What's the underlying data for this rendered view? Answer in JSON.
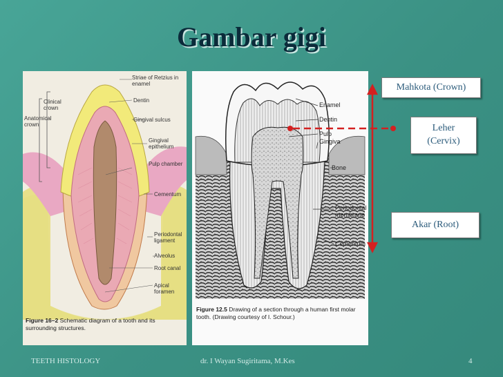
{
  "slide": {
    "title": "Gambar gigi",
    "footer_left": "TEETH HISTOLOGY",
    "footer_center": "dr. I Wayan Sugiritama, M.Kes",
    "page_number": "4"
  },
  "figure_left": {
    "labels": {
      "striae": "Striae of Retzius in enamel",
      "clinical_crown": "Clinical crown",
      "anatomical_crown": "Anatomical crown",
      "dentin": "Dentin",
      "gingival_sulcus": "Gingival sulcus",
      "gingival_epithelium": "Gingival epithelium",
      "pulp_chamber": "Pulp chamber",
      "cementum": "Cementum",
      "periodontal_ligament": "Periodontal ligament",
      "alveolus": "Alveolus",
      "root_canal": "Root canal",
      "apical_foramen": "Apical foramen"
    },
    "caption_num": "Figure 16–2",
    "caption_text": "Schematic diagram of a tooth and its surrounding structures."
  },
  "figure_right": {
    "labels": {
      "enamel": "Enamel",
      "dentin": "Dentin",
      "pulp": "Pulp",
      "gingiva": "Gingiva",
      "bone": "Bone",
      "periodontal_membrane": "Periodontal membrane",
      "cementum": "Cementum"
    },
    "caption_num": "Figure 12.5",
    "caption_text": "Drawing of a section through a human first molar tooth. (Drawing courtesy of I. Schour.)"
  },
  "annotations": {
    "crown": "Mahkota (Crown)",
    "neck_line1": "Leher",
    "neck_line2": "(Cervix)",
    "root": "Akar (Root)"
  },
  "colors": {
    "background": "#3f9a8f",
    "title": "#0b2b3a",
    "arrow": "#d42020",
    "box_text": "#2a5a7a"
  }
}
